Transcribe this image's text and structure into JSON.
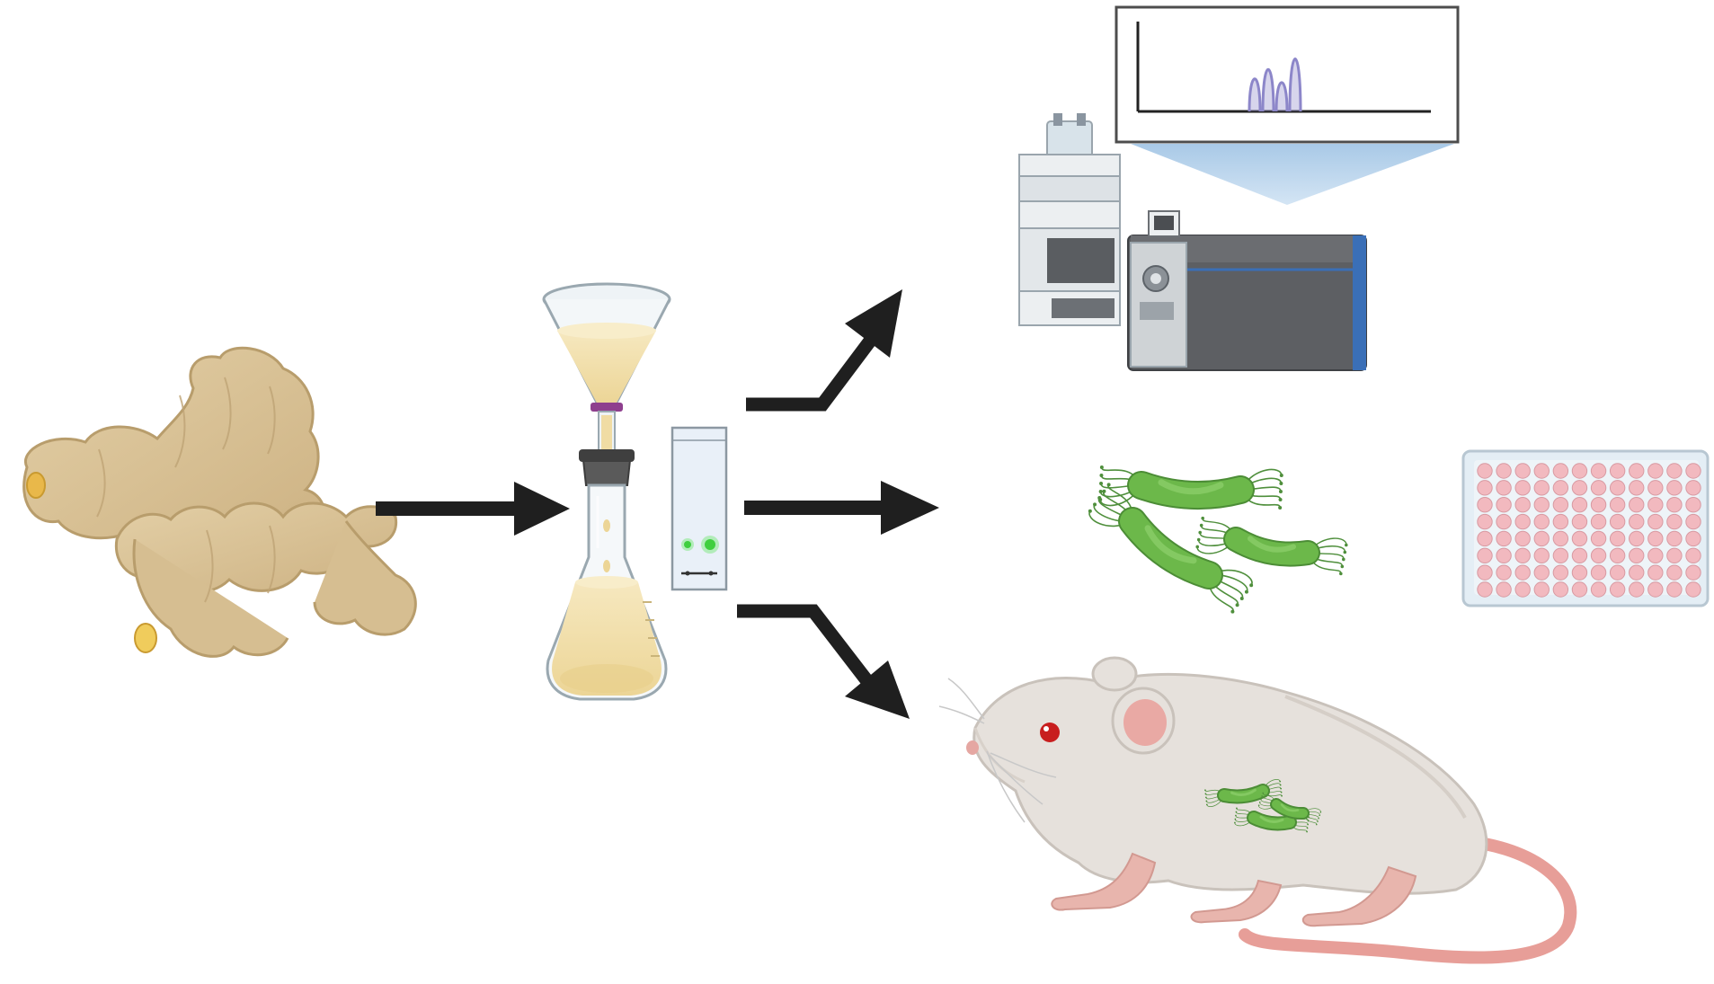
{
  "figure": {
    "stages": [
      {
        "id": "ginger",
        "icon": "ginger-root-icon"
      },
      {
        "id": "extraction",
        "icon": "funnel-flask-filtration-icon"
      },
      {
        "id": "tlc",
        "icon": "tlc-plate-icon"
      },
      {
        "id": "lcms",
        "icon": "lc-ms-instrument-icon"
      },
      {
        "id": "bacteria",
        "icon": "helicobacter-bacteria-icon"
      },
      {
        "id": "wellplate",
        "icon": "96-well-plate-icon"
      },
      {
        "id": "mouse",
        "icon": "infected-mouse-icon"
      }
    ],
    "colors": {
      "arrow": "#1f1f1f",
      "ginger": "#d9c39a",
      "extract": "#f3e1ae",
      "tlc_spot": "#3fcf3f",
      "bacteria": "#6cb84a",
      "chromatogram_peak": "#8c86c9",
      "ms_body": "#5d5f63",
      "well": "#f2b9bf",
      "mouse_body": "#e6e1dc",
      "mouse_tail": "#e79e98",
      "mouse_eye": "#c81e1e"
    },
    "chromatogram": {
      "peaks": [
        0.62,
        0.8,
        0.55,
        1.0
      ]
    },
    "well_plate": {
      "rows": 8,
      "cols": 12
    }
  }
}
